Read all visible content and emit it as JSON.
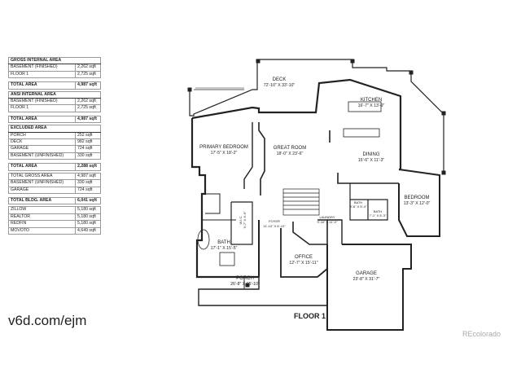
{
  "tables": [
    {
      "id": "gross",
      "header": "GROSS INTERNAL AREA",
      "rows": [
        [
          "BASEMENT (FINISHED)",
          "2,262 sqft"
        ],
        [
          "FLOOR 1",
          "2,725 sqft"
        ]
      ],
      "total": [
        "TOTAL AREA",
        "4,987 sqft"
      ]
    },
    {
      "id": "ansi",
      "header": "ANSI INTERNAL AREA",
      "rows": [
        [
          "BASEMENT (FINISHED)",
          "2,262 sqft"
        ],
        [
          "FLOOR 1",
          "2,725 sqft"
        ]
      ],
      "total": [
        "TOTAL AREA",
        "4,987 sqft"
      ]
    },
    {
      "id": "excluded",
      "header": "EXCLUDED AREA",
      "rows": [
        [
          "PORCH",
          "252 sqft"
        ],
        [
          "DECK",
          "982 sqft"
        ],
        [
          "GARAGE",
          "724 sqft"
        ],
        [
          "BASEMENT (UNFINISHED)",
          "330 sqft"
        ]
      ],
      "total": [
        "TOTAL AREA",
        "2,288 sqft"
      ]
    },
    {
      "id": "building",
      "header": "",
      "rows": [
        [
          "TOTAL GROSS AREA",
          "4,987 sqft"
        ],
        [
          "BASEMENT (UNFINISHED)",
          "330 sqft"
        ],
        [
          "GARAGE",
          "724 sqft"
        ]
      ],
      "total": [
        "TOTAL BLDG. AREA",
        "6,041 sqft"
      ]
    },
    {
      "id": "estimates",
      "header": "",
      "rows": [
        [
          "ZILLOW",
          "5,180 sqft"
        ],
        [
          "REALTOR",
          "5,180 sqft"
        ],
        [
          "REDFIN",
          "5,180 sqft"
        ],
        [
          "MOVOTO",
          "4,649 sqft"
        ]
      ],
      "total": null
    }
  ],
  "url": "v6d.com/ejm",
  "watermark": "REcolorado",
  "floor_label": "FLOOR 1",
  "rooms": {
    "deck": {
      "name": "DECK",
      "dims": "72'-10\" X 33'-10\""
    },
    "kitchen": {
      "name": "KITCHEN",
      "dims": "16'-7\" X 13'-9\""
    },
    "primary": {
      "name": "PRIMARY BEDROOM",
      "dims": "17'-5\" X 18'-2\""
    },
    "great": {
      "name": "GREAT ROOM",
      "dims": "18'-0\" X 23'-6\""
    },
    "dining": {
      "name": "DINING",
      "dims": "15'-6\" X 11'-3\""
    },
    "bedroom": {
      "name": "BEDROOM",
      "dims": "13'-3\" X 12'-0\""
    },
    "bath_small": {
      "name": "BATH",
      "dims": "8'-6\" X 5'-4\""
    },
    "bath_tiny": {
      "name": "BATH",
      "dims": "7'-1\" X 5'-3\""
    },
    "laundry": {
      "name": "LAUNDRY",
      "dims": "9'-10\" X 11'-2\""
    },
    "foyer": {
      "name": "FOYER",
      "dims": "11'-10\" X 6'-10\""
    },
    "wic": {
      "name": "W.I.C.",
      "dims": "9'-7\" X 6'-9\""
    },
    "bath_main": {
      "name": "BATH",
      "dims": "17'-1\" X 15'-5\""
    },
    "office": {
      "name": "OFFICE",
      "dims": "12'-7\" X 15'-11\""
    },
    "garage": {
      "name": "GARAGE",
      "dims": "23'-8\" X 31'-7\""
    },
    "porch": {
      "name": "PORCH",
      "dims": "26'-8\" X 15'-10\""
    }
  }
}
